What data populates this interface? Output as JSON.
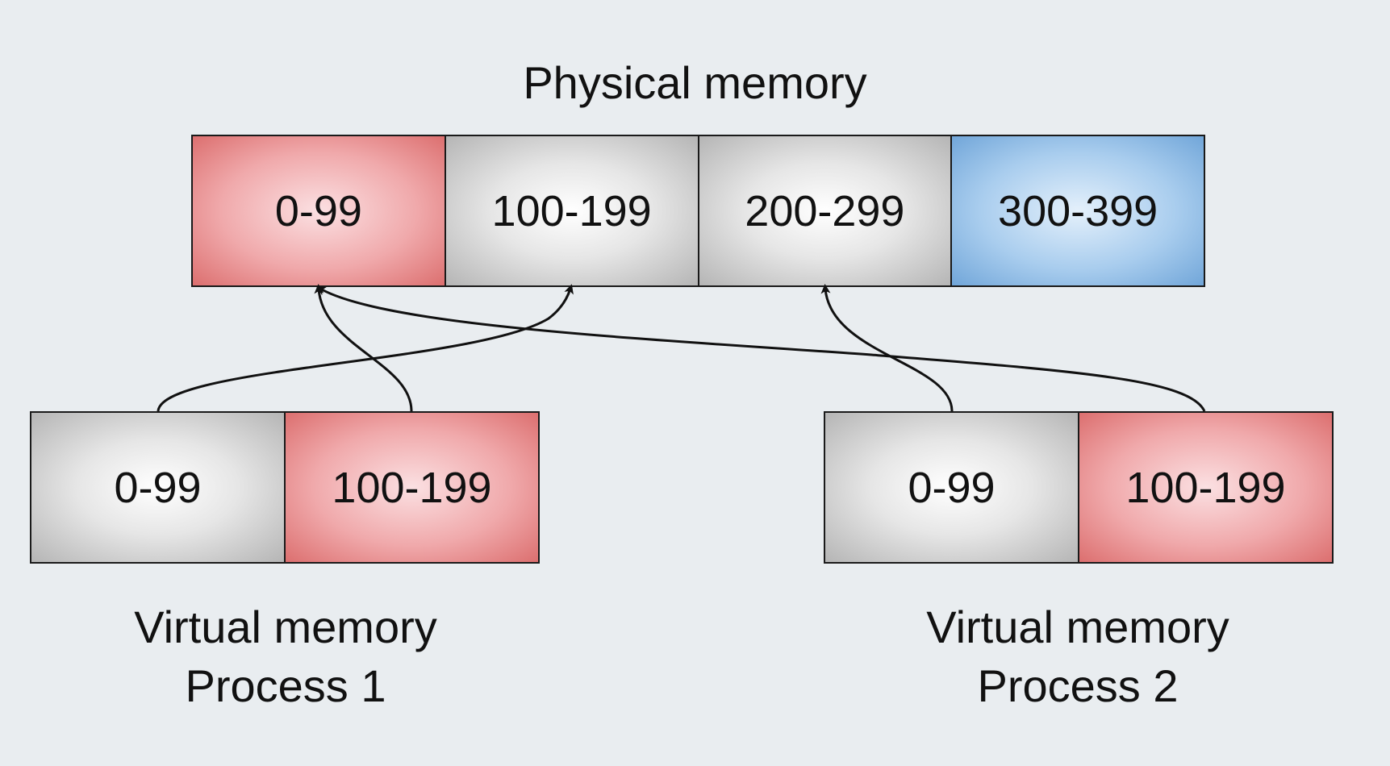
{
  "physical_memory": {
    "title": "Physical memory",
    "segments": [
      {
        "label": "0-99",
        "color": "red"
      },
      {
        "label": "100-199",
        "color": "gray"
      },
      {
        "label": "200-299",
        "color": "gray"
      },
      {
        "label": "300-399",
        "color": "blue"
      }
    ]
  },
  "process1": {
    "title_line1": "Virtual memory",
    "title_line2": "Process 1",
    "segments": [
      {
        "label": "0-99",
        "color": "gray"
      },
      {
        "label": "100-199",
        "color": "red"
      }
    ]
  },
  "process2": {
    "title_line1": "Virtual memory",
    "title_line2": "Process 2",
    "segments": [
      {
        "label": "0-99",
        "color": "gray"
      },
      {
        "label": "100-199",
        "color": "red"
      }
    ]
  },
  "mappings": [
    {
      "from": "process1.0-99",
      "to": "physical.100-199"
    },
    {
      "from": "process1.100-199",
      "to": "physical.0-99"
    },
    {
      "from": "process2.0-99",
      "to": "physical.200-299"
    },
    {
      "from": "process2.100-199",
      "to": "physical.0-99"
    }
  ],
  "colors": {
    "background": "#e9edf0",
    "red": "#dc6f6f",
    "gray": "#b5b5b5",
    "blue": "#71a6d9",
    "border": "#1a1a1a"
  }
}
